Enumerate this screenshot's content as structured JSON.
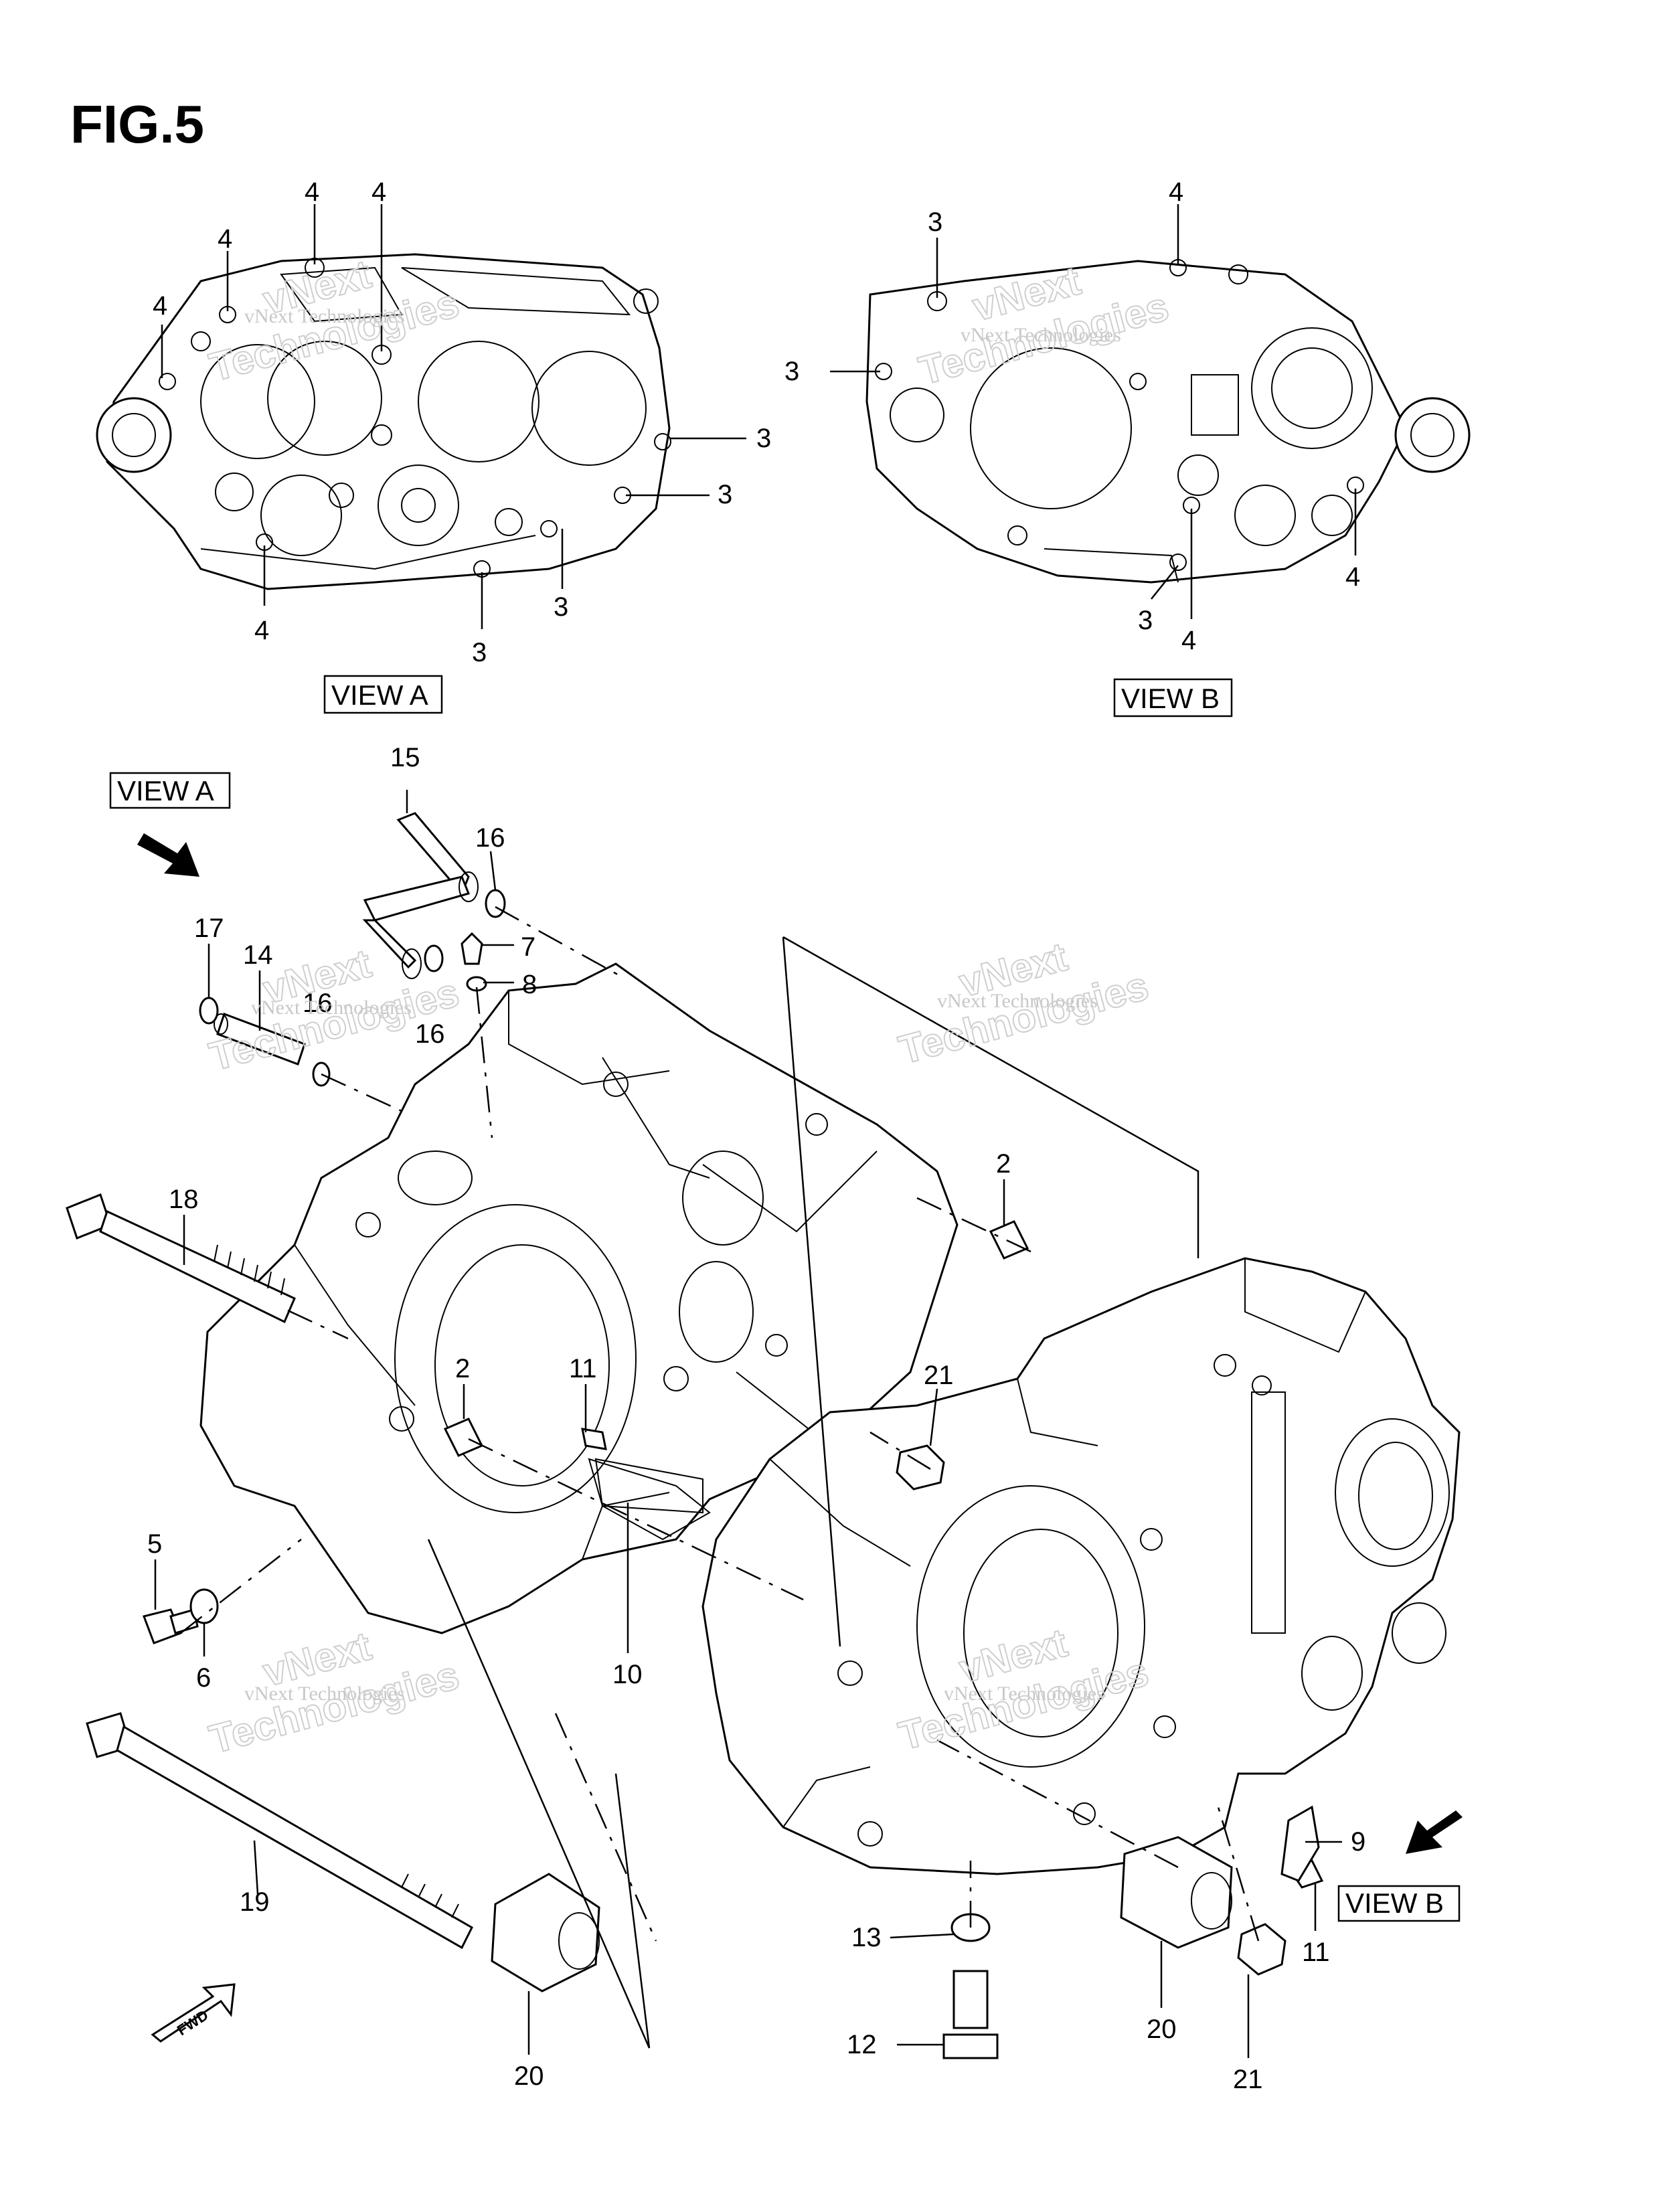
{
  "figure": {
    "title": "FIG.5"
  },
  "views": {
    "view_a_caption": "VIEW A",
    "view_b_caption": "VIEW B",
    "view_a_marker": "VIEW A",
    "view_b_marker": "VIEW B"
  },
  "view_a_callouts": [
    "4",
    "4",
    "4",
    "4",
    "3",
    "3",
    "4",
    "3",
    "3"
  ],
  "view_b_callouts": [
    "3",
    "4",
    "3",
    "4",
    "3",
    "4"
  ],
  "part_callouts": [
    "15",
    "16",
    "7",
    "8",
    "17",
    "14",
    "16",
    "16",
    "2",
    "18",
    "2",
    "11",
    "21",
    "5",
    "6",
    "10",
    "19",
    "20",
    "13",
    "12",
    "20",
    "21",
    "9",
    "11"
  ],
  "fwd_label": "FWD",
  "watermark": {
    "line1": "vNext Technologies",
    "line2": "vNext",
    "line3": "Technologies"
  }
}
